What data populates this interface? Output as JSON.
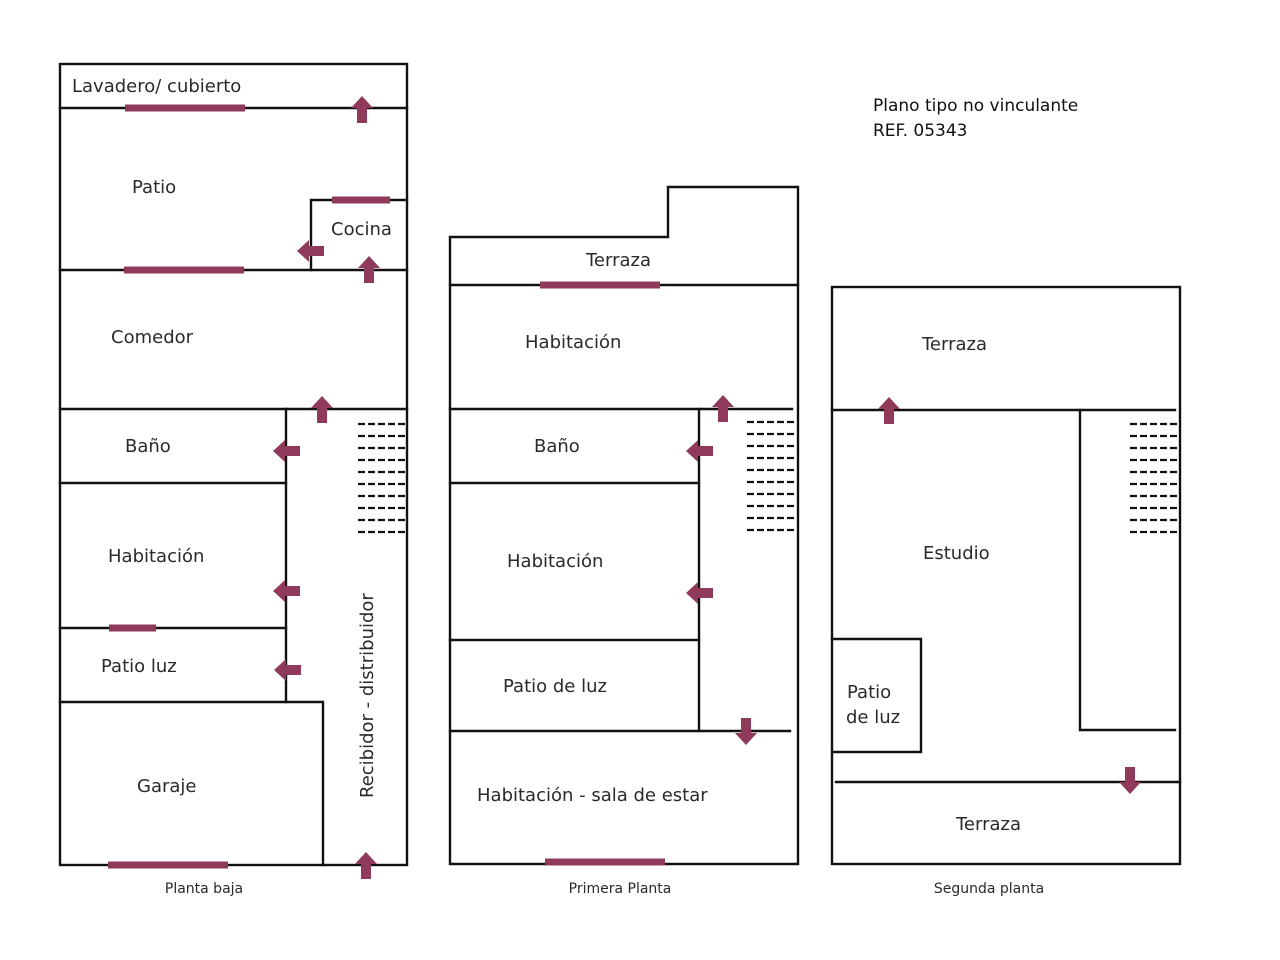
{
  "note": {
    "line1": "Plano tipo no vinculante",
    "line2": "REF. 05343"
  },
  "colors": {
    "wall": "#111111",
    "accent": "#8f3a5b",
    "background": "#ffffff"
  },
  "floors": [
    {
      "caption": "Planta baja",
      "rooms": [
        "Lavadero/ cubierto",
        "Patio",
        "Cocina",
        "Comedor",
        "Baño",
        "Habitación",
        "Patio luz",
        "Garaje",
        "Recibidor - distribuidor"
      ]
    },
    {
      "caption": "Primera Planta",
      "rooms": [
        "Terraza",
        "Habitación",
        "Baño",
        "Habitación",
        "Patio de luz",
        "Habitación - sala de estar"
      ]
    },
    {
      "caption": "Segunda planta",
      "rooms": [
        "Terraza",
        "Estudio",
        "Patio",
        "de luz",
        "Terraza"
      ]
    }
  ]
}
